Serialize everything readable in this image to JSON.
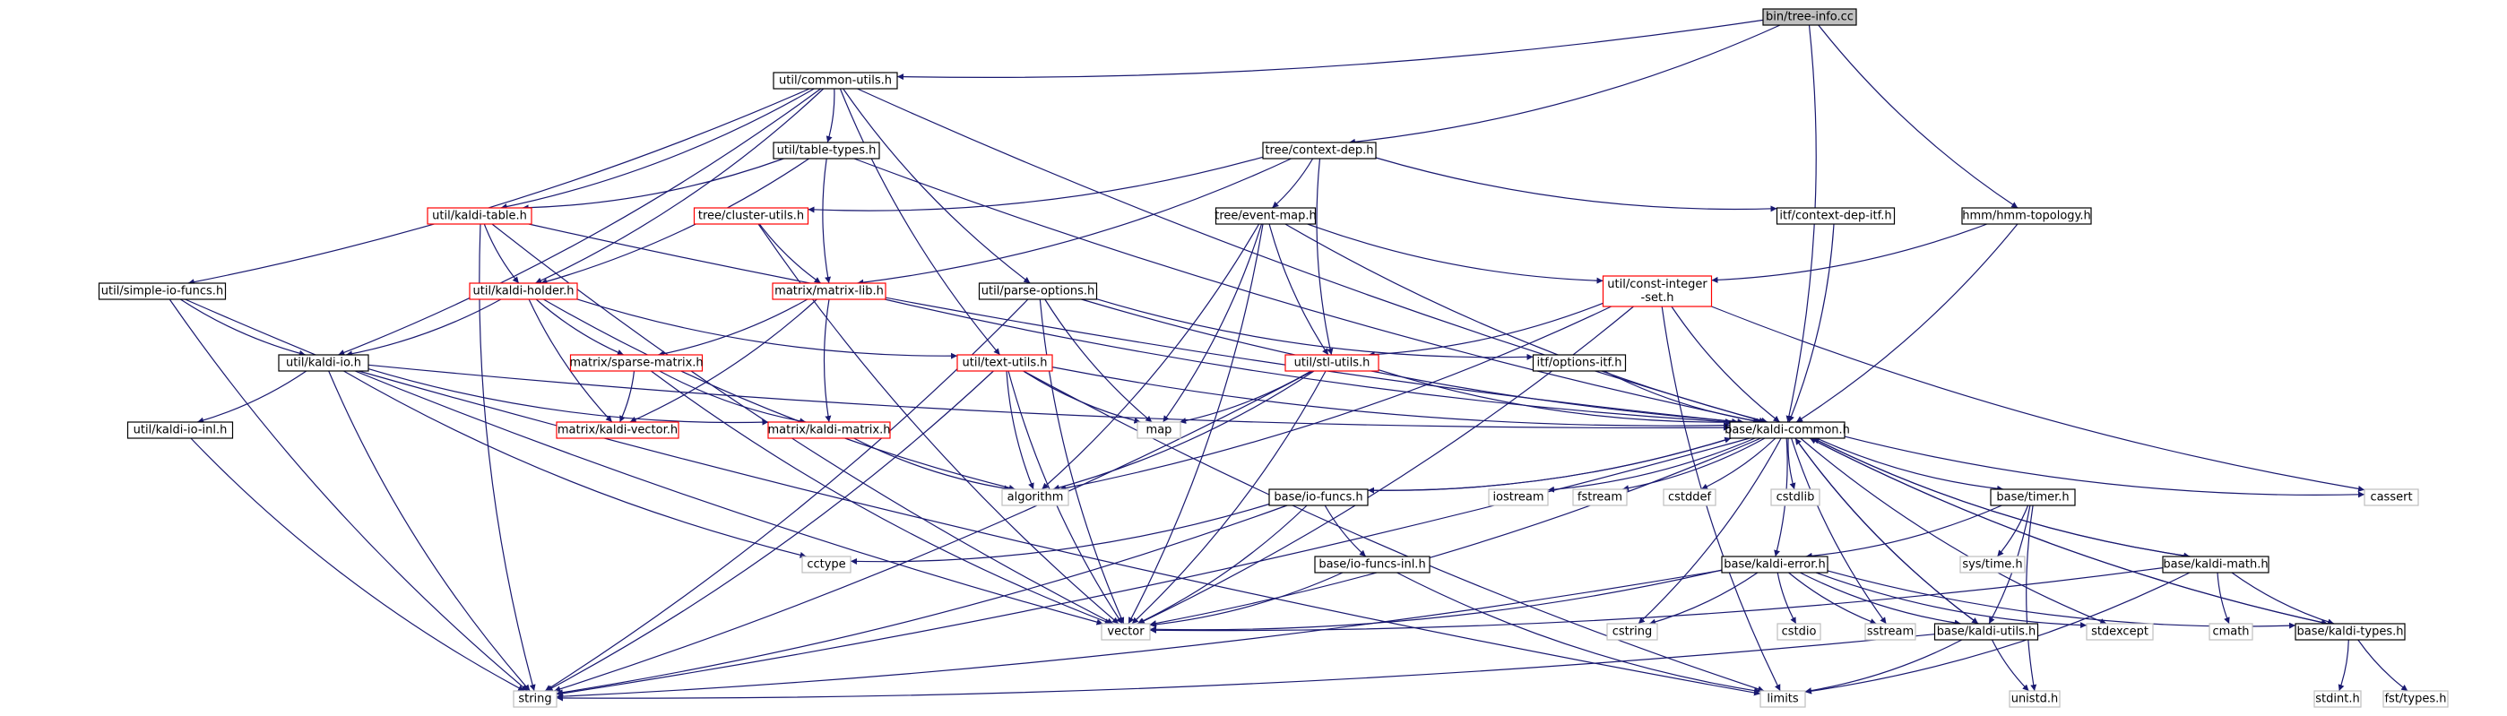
{
  "colors": {
    "edge": "#191970",
    "root_fill": "#bfbfbf",
    "truncated_border": "#ff0000",
    "normal_border": "#000000",
    "external_border": "#bfbfbf"
  },
  "nodes": [
    {
      "id": "tree-info",
      "lines": [
        "bin/tree-info.cc"
      ],
      "style": "root"
    },
    {
      "id": "common-utils",
      "lines": [
        "util/common-utils.h"
      ],
      "style": "std"
    },
    {
      "id": "context-dep",
      "lines": [
        "tree/context-dep.h"
      ],
      "style": "std"
    },
    {
      "id": "hmm-topology",
      "lines": [
        "hmm/hmm-topology.h"
      ],
      "style": "std"
    },
    {
      "id": "table-types",
      "lines": [
        "util/table-types.h"
      ],
      "style": "std"
    },
    {
      "id": "kaldi-table",
      "lines": [
        "util/kaldi-table.h"
      ],
      "style": "trunc"
    },
    {
      "id": "cluster-utils",
      "lines": [
        "tree/cluster-utils.h"
      ],
      "style": "trunc"
    },
    {
      "id": "event-map",
      "lines": [
        "tree/event-map.h"
      ],
      "style": "std"
    },
    {
      "id": "context-dep-itf",
      "lines": [
        "itf/context-dep-itf.h"
      ],
      "style": "std"
    },
    {
      "id": "const-integer-set",
      "lines": [
        "util/const-integer",
        "-set.h"
      ],
      "style": "trunc"
    },
    {
      "id": "simple-io-funcs",
      "lines": [
        "util/simple-io-funcs.h"
      ],
      "style": "std"
    },
    {
      "id": "kaldi-holder",
      "lines": [
        "util/kaldi-holder.h"
      ],
      "style": "trunc"
    },
    {
      "id": "matrix-lib",
      "lines": [
        "matrix/matrix-lib.h"
      ],
      "style": "trunc"
    },
    {
      "id": "parse-options",
      "lines": [
        "util/parse-options.h"
      ],
      "style": "std"
    },
    {
      "id": "kaldi-io",
      "lines": [
        "util/kaldi-io.h"
      ],
      "style": "std"
    },
    {
      "id": "sparse-matrix",
      "lines": [
        "matrix/sparse-matrix.h"
      ],
      "style": "trunc"
    },
    {
      "id": "text-utils",
      "lines": [
        "util/text-utils.h"
      ],
      "style": "trunc"
    },
    {
      "id": "stl-utils",
      "lines": [
        "util/stl-utils.h"
      ],
      "style": "trunc"
    },
    {
      "id": "options-itf",
      "lines": [
        "itf/options-itf.h"
      ],
      "style": "std"
    },
    {
      "id": "kaldi-io-inl",
      "lines": [
        "util/kaldi-io-inl.h"
      ],
      "style": "std"
    },
    {
      "id": "kaldi-vector",
      "lines": [
        "matrix/kaldi-vector.h"
      ],
      "style": "trunc"
    },
    {
      "id": "kaldi-matrix",
      "lines": [
        "matrix/kaldi-matrix.h"
      ],
      "style": "trunc"
    },
    {
      "id": "map",
      "lines": [
        "map"
      ],
      "style": "sys"
    },
    {
      "id": "kaldi-common",
      "lines": [
        "base/kaldi-common.h"
      ],
      "style": "std"
    },
    {
      "id": "algorithm",
      "lines": [
        "algorithm"
      ],
      "style": "sys"
    },
    {
      "id": "iostream",
      "lines": [
        "iostream"
      ],
      "style": "sys"
    },
    {
      "id": "fstream",
      "lines": [
        "fstream"
      ],
      "style": "sys"
    },
    {
      "id": "cstddef",
      "lines": [
        "cstddef"
      ],
      "style": "sys"
    },
    {
      "id": "cstdlib",
      "lines": [
        "cstdlib"
      ],
      "style": "sys"
    },
    {
      "id": "io-funcs",
      "lines": [
        "base/io-funcs.h"
      ],
      "style": "std"
    },
    {
      "id": "timer",
      "lines": [
        "base/timer.h"
      ],
      "style": "std"
    },
    {
      "id": "cassert",
      "lines": [
        "cassert"
      ],
      "style": "sys"
    },
    {
      "id": "cctype",
      "lines": [
        "cctype"
      ],
      "style": "sys"
    },
    {
      "id": "io-funcs-inl",
      "lines": [
        "base/io-funcs-inl.h"
      ],
      "style": "std"
    },
    {
      "id": "kaldi-error",
      "lines": [
        "base/kaldi-error.h"
      ],
      "style": "std"
    },
    {
      "id": "sys-time",
      "lines": [
        "sys/time.h"
      ],
      "style": "sys"
    },
    {
      "id": "kaldi-math",
      "lines": [
        "base/kaldi-math.h"
      ],
      "style": "std"
    },
    {
      "id": "vector",
      "lines": [
        "vector"
      ],
      "style": "sys"
    },
    {
      "id": "cstring",
      "lines": [
        "cstring"
      ],
      "style": "sys"
    },
    {
      "id": "cstdio",
      "lines": [
        "cstdio"
      ],
      "style": "sys"
    },
    {
      "id": "sstream",
      "lines": [
        "sstream"
      ],
      "style": "sys"
    },
    {
      "id": "kaldi-utils",
      "lines": [
        "base/kaldi-utils.h"
      ],
      "style": "std"
    },
    {
      "id": "stdexcept",
      "lines": [
        "stdexcept"
      ],
      "style": "sys"
    },
    {
      "id": "cmath",
      "lines": [
        "cmath"
      ],
      "style": "sys"
    },
    {
      "id": "kaldi-types",
      "lines": [
        "base/kaldi-types.h"
      ],
      "style": "std"
    },
    {
      "id": "string",
      "lines": [
        "string"
      ],
      "style": "sys"
    },
    {
      "id": "limits",
      "lines": [
        "limits"
      ],
      "style": "sys"
    },
    {
      "id": "unistd",
      "lines": [
        "unistd.h"
      ],
      "style": "sys"
    },
    {
      "id": "stdint",
      "lines": [
        "stdint.h"
      ],
      "style": "sys"
    },
    {
      "id": "fst-types",
      "lines": [
        "fst/types.h"
      ],
      "style": "sys"
    }
  ],
  "edges": [
    [
      "tree-info",
      "common-utils"
    ],
    [
      "tree-info",
      "context-dep"
    ],
    [
      "tree-info",
      "hmm-topology"
    ],
    [
      "tree-info",
      "kaldi-common"
    ],
    [
      "common-utils",
      "table-types"
    ],
    [
      "common-utils",
      "kaldi-table"
    ],
    [
      "common-utils",
      "simple-io-funcs"
    ],
    [
      "common-utils",
      "kaldi-holder"
    ],
    [
      "common-utils",
      "kaldi-io"
    ],
    [
      "common-utils",
      "parse-options"
    ],
    [
      "common-utils",
      "text-utils"
    ],
    [
      "common-utils",
      "kaldi-common"
    ],
    [
      "context-dep",
      "cluster-utils"
    ],
    [
      "context-dep",
      "event-map"
    ],
    [
      "context-dep",
      "context-dep-itf"
    ],
    [
      "context-dep",
      "matrix-lib"
    ],
    [
      "context-dep",
      "stl-utils"
    ],
    [
      "hmm-topology",
      "const-integer-set"
    ],
    [
      "hmm-topology",
      "kaldi-common"
    ],
    [
      "table-types",
      "kaldi-table"
    ],
    [
      "table-types",
      "kaldi-holder"
    ],
    [
      "table-types",
      "matrix-lib"
    ],
    [
      "table-types",
      "kaldi-common"
    ],
    [
      "kaldi-table",
      "kaldi-holder"
    ],
    [
      "kaldi-table",
      "string"
    ],
    [
      "kaldi-table",
      "vector"
    ],
    [
      "kaldi-table",
      "kaldi-common"
    ],
    [
      "cluster-utils",
      "matrix-lib"
    ],
    [
      "cluster-utils",
      "vector"
    ],
    [
      "event-map",
      "const-integer-set"
    ],
    [
      "event-map",
      "stl-utils"
    ],
    [
      "event-map",
      "map"
    ],
    [
      "event-map",
      "algorithm"
    ],
    [
      "event-map",
      "vector"
    ],
    [
      "event-map",
      "kaldi-common"
    ],
    [
      "context-dep-itf",
      "kaldi-common"
    ],
    [
      "const-integer-set",
      "stl-utils"
    ],
    [
      "const-integer-set",
      "kaldi-common"
    ],
    [
      "const-integer-set",
      "algorithm"
    ],
    [
      "const-integer-set",
      "cassert"
    ],
    [
      "const-integer-set",
      "vector"
    ],
    [
      "const-integer-set",
      "limits"
    ],
    [
      "simple-io-funcs",
      "kaldi-io"
    ],
    [
      "simple-io-funcs",
      "string"
    ],
    [
      "simple-io-funcs",
      "vector"
    ],
    [
      "kaldi-holder",
      "kaldi-io"
    ],
    [
      "kaldi-holder",
      "text-utils"
    ],
    [
      "kaldi-holder",
      "sparse-matrix"
    ],
    [
      "kaldi-holder",
      "kaldi-vector"
    ],
    [
      "kaldi-holder",
      "algorithm"
    ],
    [
      "matrix-lib",
      "sparse-matrix"
    ],
    [
      "matrix-lib",
      "kaldi-vector"
    ],
    [
      "matrix-lib",
      "kaldi-matrix"
    ],
    [
      "matrix-lib",
      "kaldi-common"
    ],
    [
      "parse-options",
      "options-itf"
    ],
    [
      "parse-options",
      "map"
    ],
    [
      "parse-options",
      "string"
    ],
    [
      "parse-options",
      "vector"
    ],
    [
      "parse-options",
      "kaldi-common"
    ],
    [
      "kaldi-io",
      "kaldi-io-inl"
    ],
    [
      "kaldi-io",
      "kaldi-matrix"
    ],
    [
      "kaldi-io",
      "kaldi-common"
    ],
    [
      "kaldi-io",
      "cctype"
    ],
    [
      "kaldi-io",
      "string"
    ],
    [
      "kaldi-io",
      "limits"
    ],
    [
      "sparse-matrix",
      "kaldi-vector"
    ],
    [
      "sparse-matrix",
      "kaldi-matrix"
    ],
    [
      "sparse-matrix",
      "vector"
    ],
    [
      "text-utils",
      "map"
    ],
    [
      "text-utils",
      "algorithm"
    ],
    [
      "text-utils",
      "kaldi-common"
    ],
    [
      "text-utils",
      "vector"
    ],
    [
      "text-utils",
      "string"
    ],
    [
      "text-utils",
      "limits"
    ],
    [
      "stl-utils",
      "map"
    ],
    [
      "stl-utils",
      "algorithm"
    ],
    [
      "stl-utils",
      "kaldi-common"
    ],
    [
      "stl-utils",
      "vector"
    ],
    [
      "stl-utils",
      "string"
    ],
    [
      "options-itf",
      "kaldi-common"
    ],
    [
      "kaldi-io-inl",
      "string"
    ],
    [
      "kaldi-matrix",
      "algorithm"
    ],
    [
      "kaldi-common",
      "string"
    ],
    [
      "kaldi-common",
      "cstdlib"
    ],
    [
      "kaldi-common",
      "cstring"
    ],
    [
      "kaldi-common",
      "cstddef"
    ],
    [
      "kaldi-common",
      "iostream"
    ],
    [
      "kaldi-common",
      "fstream"
    ],
    [
      "kaldi-common",
      "vector"
    ],
    [
      "kaldi-common",
      "stdexcept"
    ],
    [
      "kaldi-common",
      "cassert"
    ],
    [
      "kaldi-common",
      "sstream"
    ],
    [
      "kaldi-common",
      "kaldi-utils"
    ],
    [
      "kaldi-common",
      "kaldi-error"
    ],
    [
      "kaldi-common",
      "kaldi-types"
    ],
    [
      "kaldi-common",
      "io-funcs"
    ],
    [
      "kaldi-common",
      "kaldi-math"
    ],
    [
      "kaldi-common",
      "timer"
    ],
    [
      "io-funcs",
      "cctype"
    ],
    [
      "io-funcs",
      "io-funcs-inl"
    ],
    [
      "io-funcs",
      "vector"
    ],
    [
      "io-funcs",
      "string"
    ],
    [
      "io-funcs",
      "kaldi-common"
    ],
    [
      "io-funcs-inl",
      "vector"
    ],
    [
      "io-funcs-inl",
      "limits"
    ],
    [
      "timer",
      "kaldi-error"
    ],
    [
      "timer",
      "sys-time"
    ],
    [
      "timer",
      "kaldi-utils"
    ],
    [
      "timer",
      "unistd"
    ],
    [
      "kaldi-error",
      "vector"
    ],
    [
      "kaldi-error",
      "cstring"
    ],
    [
      "kaldi-error",
      "cstdio"
    ],
    [
      "kaldi-error",
      "sstream"
    ],
    [
      "kaldi-error",
      "kaldi-utils"
    ],
    [
      "kaldi-error",
      "stdexcept"
    ],
    [
      "kaldi-error",
      "kaldi-types"
    ],
    [
      "kaldi-error",
      "string"
    ],
    [
      "kaldi-utils",
      "string"
    ],
    [
      "kaldi-utils",
      "limits"
    ],
    [
      "kaldi-utils",
      "unistd"
    ],
    [
      "kaldi-utils",
      "kaldi-common"
    ],
    [
      "kaldi-math",
      "vector"
    ],
    [
      "kaldi-math",
      "cmath"
    ],
    [
      "kaldi-math",
      "kaldi-types"
    ],
    [
      "kaldi-math",
      "limits"
    ],
    [
      "kaldi-math",
      "kaldi-common"
    ],
    [
      "kaldi-types",
      "stdint"
    ],
    [
      "kaldi-types",
      "fst-types"
    ],
    [
      "kaldi-types",
      "kaldi-common"
    ]
  ]
}
